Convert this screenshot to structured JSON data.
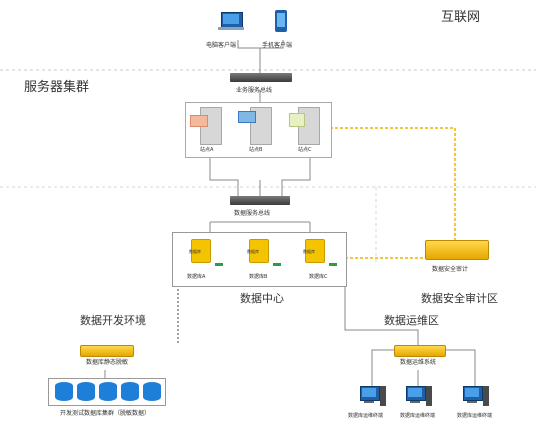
{
  "zones": {
    "internet": "互联网",
    "server_cluster": "服务器集群",
    "data_center": "数据中心",
    "security_audit_zone": "数据安全审计区",
    "dev_env": "数据开发环境",
    "ops_zone": "数据运维区"
  },
  "clients": {
    "pc": "电脑客户端",
    "mobile": "手机客户端"
  },
  "buses": {
    "business": "业务服务总线",
    "data": "数据服务总线"
  },
  "servers": [
    "站点A",
    "站点B",
    "站点C"
  ],
  "databases": {
    "tags": [
      "数据库",
      "数据库",
      "数据库"
    ],
    "labels": [
      "数据库A",
      "数据库B",
      "数据库C"
    ]
  },
  "devices": {
    "audit": "数据安全审计",
    "desensitize": "数据库静态脱敏",
    "ops_system": "数据运维系统"
  },
  "dev_cluster_label": "开发测试数据库集群（脱敏数据）",
  "ops_terminals": [
    "数据库运维终端",
    "数据库运维终端",
    "数据库运维终端"
  ],
  "colors": {
    "line": "#888888",
    "audit_link": "#f0b400",
    "device_gold": "#f5c400",
    "db_blue": "#1e7fd8"
  }
}
